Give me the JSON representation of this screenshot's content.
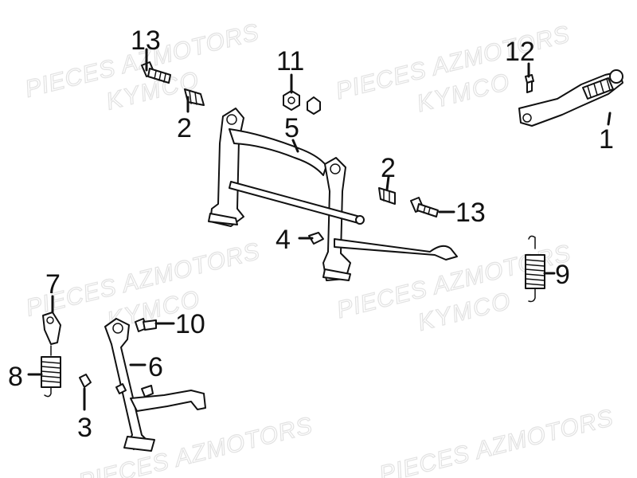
{
  "watermark": {
    "line1": "PIECES AZMOTORS",
    "line2": "KYMCO"
  },
  "callouts": {
    "p1": "1",
    "p2a": "2",
    "p2b": "2",
    "p3": "3",
    "p4": "4",
    "p5": "5",
    "p6": "6",
    "p7": "7",
    "p8": "8",
    "p9": "9",
    "p10": "10",
    "p11": "11",
    "p12": "12",
    "p13a": "13",
    "p13b": "13"
  }
}
